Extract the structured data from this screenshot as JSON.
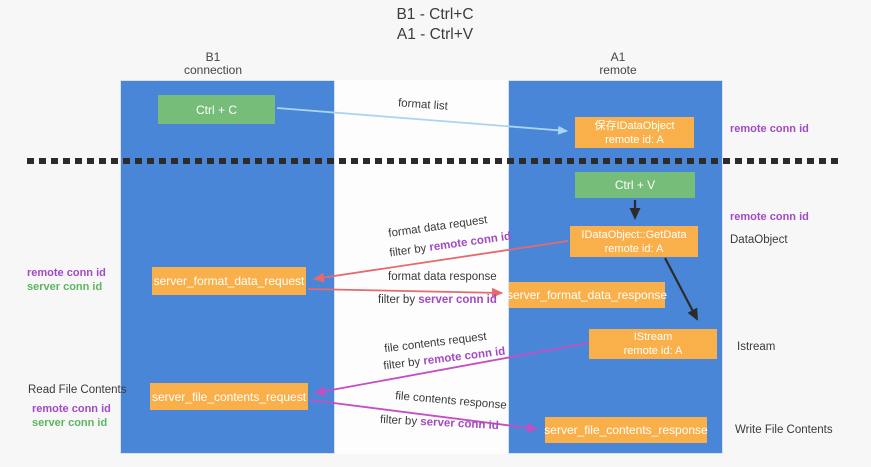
{
  "title": {
    "line1": "B1 - Ctrl+C",
    "line2": "A1 - Ctrl+V"
  },
  "lanes": {
    "left": {
      "name": "B1",
      "role": "connection"
    },
    "right": {
      "name": "A1",
      "role": "remote"
    }
  },
  "nodes": {
    "ctrl_c": {
      "label": "Ctrl + C"
    },
    "save_dataobject": {
      "line1": "保存IDataObject",
      "line2": "remote id: A"
    },
    "ctrl_v": {
      "label": "Ctrl + V"
    },
    "getdata": {
      "line1": "IDataObject::GetData",
      "line2": "remote id: A"
    },
    "istream": {
      "line1": "IStream",
      "line2": "remote id: A"
    },
    "server_format_data_request": {
      "label": "server_format_data_request"
    },
    "server_format_data_response": {
      "label": "server_format_data_response"
    },
    "server_file_contents_request": {
      "label": "server_file_contents_request"
    },
    "server_file_contents_response": {
      "label": "server_file_contents_response"
    }
  },
  "flow_labels": {
    "format_list": "format list",
    "format_data_request": "format data request",
    "format_data_request_filter_prefix": "filter by ",
    "format_data_request_filter_key": "remote conn id",
    "format_data_response": "format data response",
    "format_data_response_filter_prefix": "filter by ",
    "format_data_response_filter_key": "server conn id",
    "file_contents_request": "file contents request",
    "file_contents_request_filter_prefix": "filter by ",
    "file_contents_request_filter_key": "remote conn id",
    "file_contents_response": "file contents response",
    "file_contents_response_filter_prefix": "filter by ",
    "file_contents_response_filter_key": "server conn id"
  },
  "side_labels": {
    "right_remote_conn_top": "remote conn id",
    "right_remote_conn_mid": "remote conn id",
    "right_dataobject": "DataObject",
    "right_istream": "Istream",
    "right_write_file": "Write File Contents",
    "left_remote_conn_1": "remote conn id",
    "left_server_conn_1": "server conn id",
    "left_read_file": "Read File Contents",
    "left_remote_conn_2": "remote conn id",
    "left_server_conn_2": "server conn id"
  },
  "colors": {
    "lane_blue": "#4a86d8",
    "node_green": "#76bd7a",
    "node_orange": "#fab04a",
    "arrow_light_blue": "#a9d5f1",
    "arrow_red": "#e8696b",
    "arrow_magenta": "#c34fc3",
    "arrow_black": "#2b2b2b",
    "text_purple": "#a24ac4",
    "text_green": "#5bb65e"
  }
}
